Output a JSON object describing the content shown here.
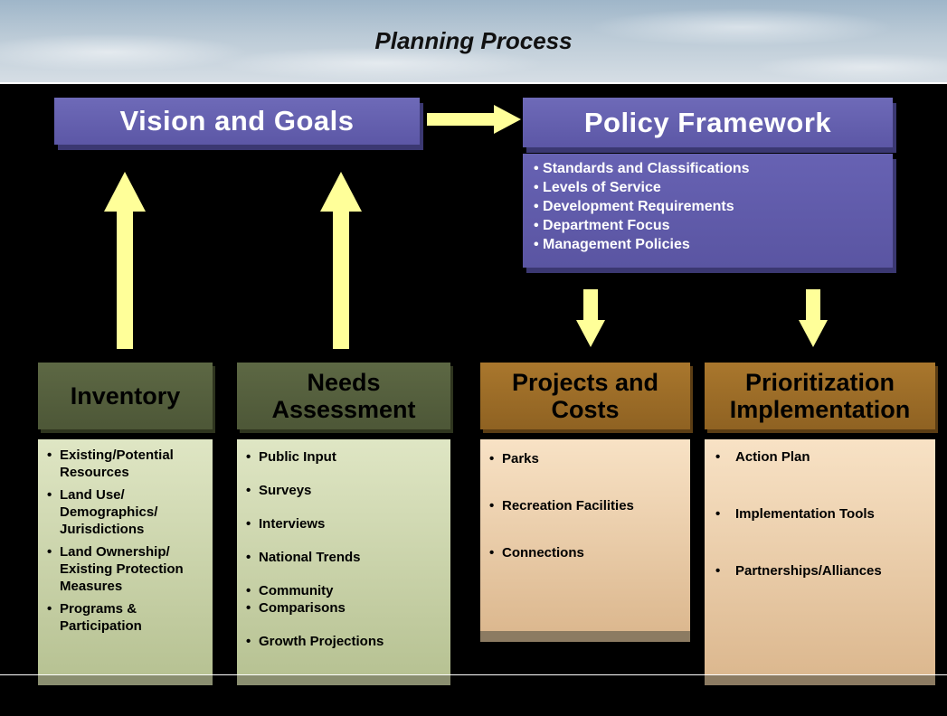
{
  "header": {
    "title": "Planning Process"
  },
  "top": {
    "vision_label": "Vision and Goals",
    "policy_label": "Policy Framework",
    "policy_items": [
      "• Standards  and Classifications",
      "• Levels of Service",
      "• Development Requirements",
      "• Department Focus",
      "• Management Policies"
    ]
  },
  "columns": [
    {
      "title": "Inventory",
      "items": [
        "Existing/Potential Resources",
        "Land Use/ Demographics/ Jurisdictions",
        "Land Ownership/ Existing Protection Measures",
        "Programs & Participation"
      ]
    },
    {
      "title_line1": "Needs",
      "title_line2": "Assessment",
      "items": [
        "Public Input",
        "Surveys",
        "Interviews",
        "National Trends",
        "Community",
        "Comparisons",
        "Growth Projections"
      ]
    },
    {
      "title_line1": "Projects and",
      "title_line2": "Costs",
      "items": [
        "Parks",
        "Recreation Facilities",
        "Connections"
      ]
    },
    {
      "title_line1": "Prioritization",
      "title_line2": "Implementation",
      "items": [
        "Action Plan",
        "Implementation Tools",
        "Partnerships/Alliances"
      ]
    }
  ],
  "colors": {
    "purple": "#5c57a6",
    "arrow": "#ffff99",
    "olive": "#4d5737",
    "orange": "#8f6222"
  }
}
